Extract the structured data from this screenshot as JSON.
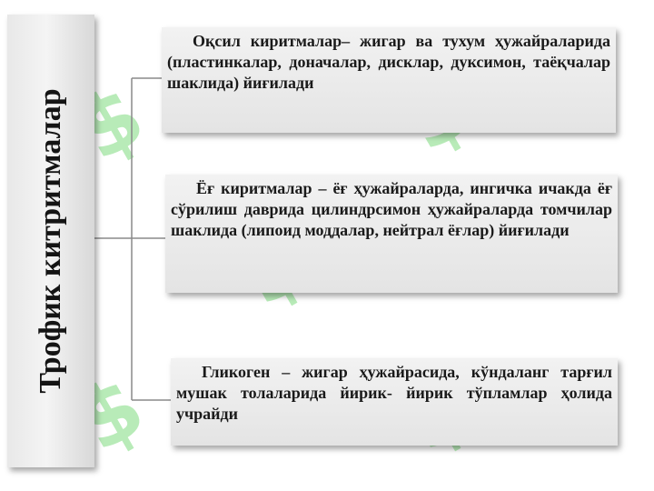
{
  "side": {
    "title": "Трофик китритмалар"
  },
  "boxes": [
    {
      "text": "Оқсил киритмалар– жигар ва тухум ҳужайраларида (пластинкалар, доначалар, дисклар, дуксимон, таёқчалар шаклида) йиғилади"
    },
    {
      "text": "Ёғ киритмалар – ёғ ҳужайраларда, ингичка ичакда ёғ сўрилиш даврида цилиндрсимон ҳужайраларда томчилар шаклида (липоид моддалар, нейтрал ёғлар) йиғилади"
    },
    {
      "text": "Гликоген – жигар ҳужайрасида, кўндаланг тарғил мушак толаларида йирик- йирик тўпламлар ҳолида учрайди"
    }
  ],
  "colors": {
    "watermark": "#7fdc7f",
    "box": "#e8e8e8",
    "text": "#1a1a1a"
  }
}
